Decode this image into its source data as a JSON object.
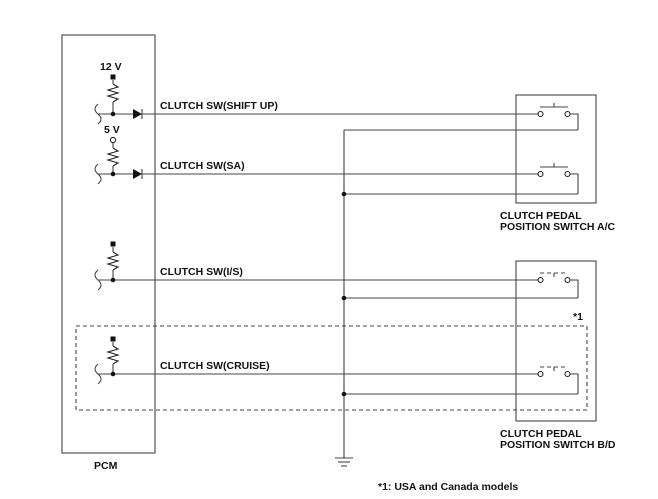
{
  "pcm": {
    "label": "PCM",
    "supply_12v": "12 V",
    "supply_5v": "5 V"
  },
  "signals": [
    {
      "label": "CLUTCH SW(SHIFT UP)"
    },
    {
      "label": "CLUTCH SW(SA)"
    },
    {
      "label": "CLUTCH SW(I/S)"
    },
    {
      "label": "CLUTCH SW(CRUISE)"
    }
  ],
  "switch_ac": {
    "line1": "CLUTCH PEDAL",
    "line2": "POSITION SWITCH A/C"
  },
  "switch_bd": {
    "line1": "CLUTCH PEDAL",
    "line2": "POSITION SWITCH B/D"
  },
  "cruise_marker": "*1",
  "footnote": "*1: USA and Canada models"
}
